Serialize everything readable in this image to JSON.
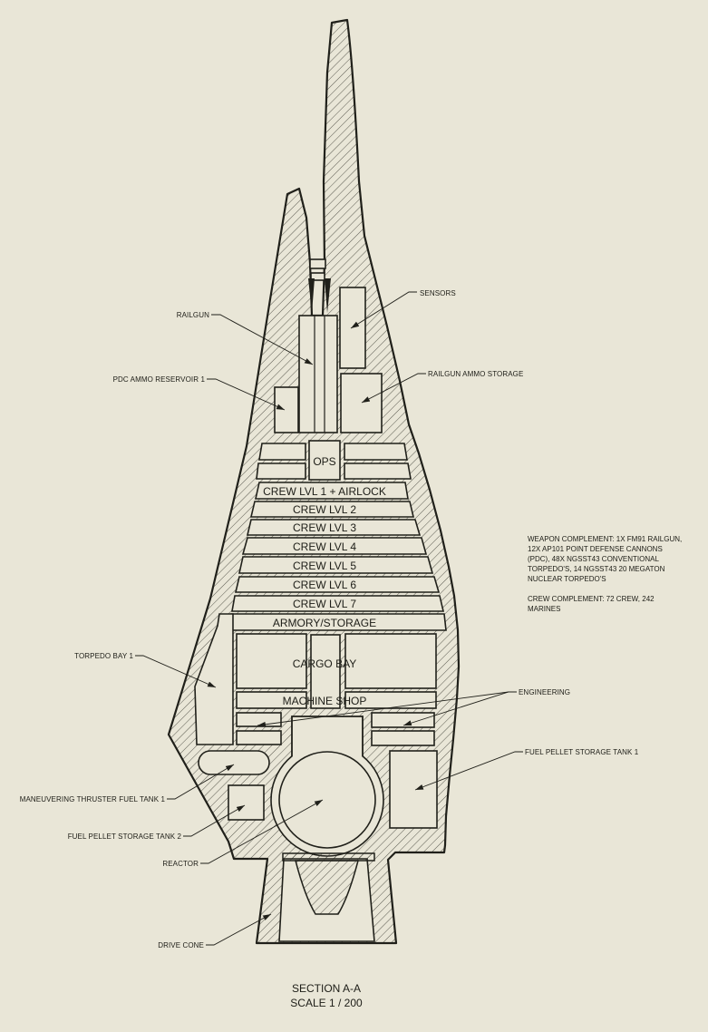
{
  "drawing": {
    "section_title": "SECTION A-A",
    "scale_label": "SCALE 1 / 200"
  },
  "deck_labels": {
    "ops": "OPS",
    "crew1": "CREW LVL 1 + AIRLOCK",
    "crew2": "CREW LVL 2",
    "crew3": "CREW LVL 3",
    "crew4": "CREW LVL 4",
    "crew5": "CREW LVL 5",
    "crew6": "CREW LVL 6",
    "crew7": "CREW LVL 7",
    "armory": "ARMORY/STORAGE",
    "cargo": "CARGO BAY",
    "machine_shop": "MACHINE SHOP"
  },
  "callouts": {
    "railgun": "RAILGUN",
    "sensors": "SENSORS",
    "pdc_ammo": "PDC AMMO RESERVOIR 1",
    "railgun_ammo": "RAILGUN AMMO STORAGE",
    "torpedo_bay": "TORPEDO BAY 1",
    "maneuvering_tank": "MANEUVERING THRUSTER FUEL TANK 1",
    "fuel_tank_2": "FUEL PELLET STORAGE TANK 2",
    "reactor": "REACTOR",
    "drive_cone": "DRIVE CONE",
    "engineering": "ENGINEERING",
    "fuel_tank_1": "FUEL PELLET STORAGE TANK 1"
  },
  "notes": {
    "weapon": [
      "WEAPON COMPLEMENT: 1X FM91 RAILGUN,",
      "12X AP101 POINT DEFENSE CANNONS",
      "(PDC), 48X NGSST43 CONVENTIONAL",
      "TORPEDO'S, 14 NGSST43 20 MEGATON",
      "NUCLEAR TORPEDO'S"
    ],
    "crew": [
      "CREW COMPLEMENT: 72 CREW, 242",
      "MARINES"
    ]
  },
  "colors": {
    "paper": "#e9e6d7",
    "ink": "#20201a",
    "hatch": "#2a2a22"
  }
}
